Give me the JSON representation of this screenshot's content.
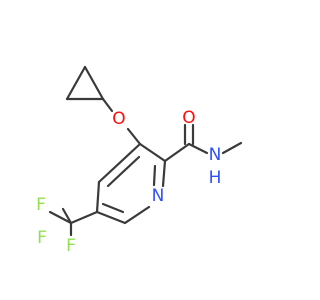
{
  "molecule": {
    "atoms": {
      "o_ether": {
        "symbol": "O",
        "color": "#ff0d0d"
      },
      "o_carbonyl": {
        "symbol": "O",
        "color": "#ff0d0d"
      },
      "n_amide": {
        "symbol": "N",
        "color": "#3050f8"
      },
      "h_amide": {
        "symbol": "H",
        "color": "#3050f8"
      },
      "n_ring": {
        "symbol": "N",
        "color": "#3050f8"
      },
      "f_left": {
        "symbol": "F",
        "color": "#90e050"
      },
      "f_bottom": {
        "symbol": "F",
        "color": "#90e050"
      },
      "f_middle": {
        "symbol": "F",
        "color": "#90e050"
      }
    },
    "bond_color": "#3a3a3a"
  }
}
